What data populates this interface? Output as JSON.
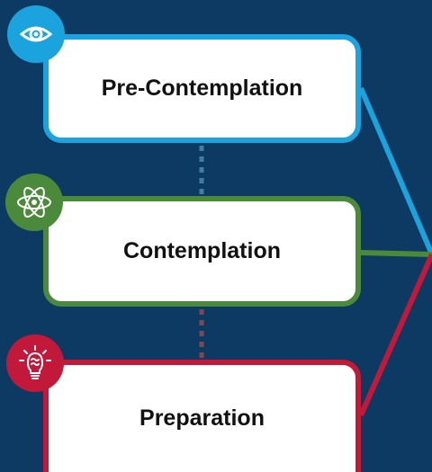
{
  "stages": [
    {
      "label": "Pre-Contemplation",
      "color": "#1aa3dd",
      "icon": "eye-icon"
    },
    {
      "label": "Contemplation",
      "color": "#4a8a3a",
      "icon": "atom-icon"
    },
    {
      "label": "Preparation",
      "color": "#c2183a",
      "icon": "lightbulb-brain-icon"
    }
  ],
  "colors": {
    "background": "#0d3a63",
    "dotted_link_1": "#3f7fa0",
    "dotted_link_2": "#7a4a50"
  }
}
